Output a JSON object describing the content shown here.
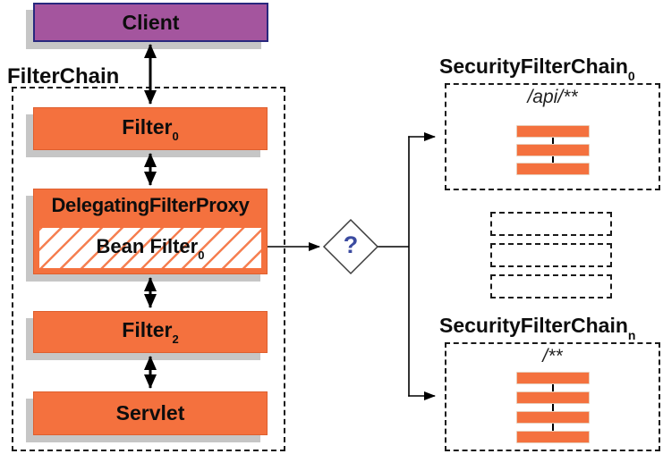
{
  "client": {
    "label": "Client"
  },
  "filterchain": {
    "title": "FilterChain",
    "filter0": {
      "label": "Filter",
      "sub": "0"
    },
    "delegating_filter_proxy": {
      "label": "DelegatingFilterProxy"
    },
    "bean_filter": {
      "label": "Bean Filter",
      "sub": "0"
    },
    "filter2": {
      "label": "Filter",
      "sub": "2"
    },
    "servlet": {
      "label": "Servlet"
    }
  },
  "decision": {
    "label": "?"
  },
  "security_filter_chain_0": {
    "title": "SecurityFilterChain",
    "sub": "0",
    "url_pattern": "/api/**",
    "filter_count": 3
  },
  "placeholder_chains": {
    "count": 3
  },
  "security_filter_chain_n": {
    "title": "SecurityFilterChain",
    "sub": "n",
    "url_pattern": "/**",
    "filter_count": 4
  },
  "colors": {
    "box_orange": "#f4713e",
    "client_purple": "#a4559e",
    "client_border": "#28287e",
    "shadow_gray": "#c6c6c6",
    "question_blue": "#3b4ba0",
    "line_black": "#000000"
  }
}
